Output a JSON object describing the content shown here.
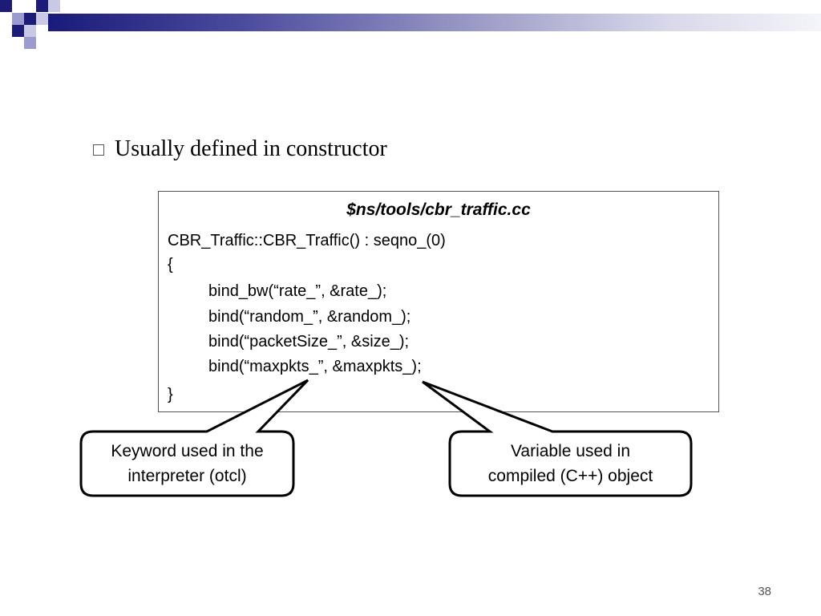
{
  "colors": {
    "header_dark": "#1a1a7a",
    "square_navy": "#1c1c78",
    "square_lavender": "#9b9bd0",
    "square_light": "#c9c9e6"
  },
  "bullet": {
    "text": "Usually defined in constructor"
  },
  "code_box": {
    "title": "$ns/tools/cbr_traffic.cc",
    "lines": [
      "CBR_Traffic::CBR_Traffic() : seqno_(0)",
      "{",
      "bind_bw(“rate_”, &rate_);",
      "bind(“random_”, &random_);",
      "bind(“packetSize_”, &size_);",
      "bind(“maxpkts_”, &maxpkts_);",
      "}"
    ]
  },
  "callouts": {
    "left": {
      "line1": "Keyword used in the",
      "line2": "interpreter (otcl)"
    },
    "right": {
      "line1": "Variable used in",
      "line2": "compiled (C++) object"
    }
  },
  "footer": {
    "page_number": "38"
  }
}
